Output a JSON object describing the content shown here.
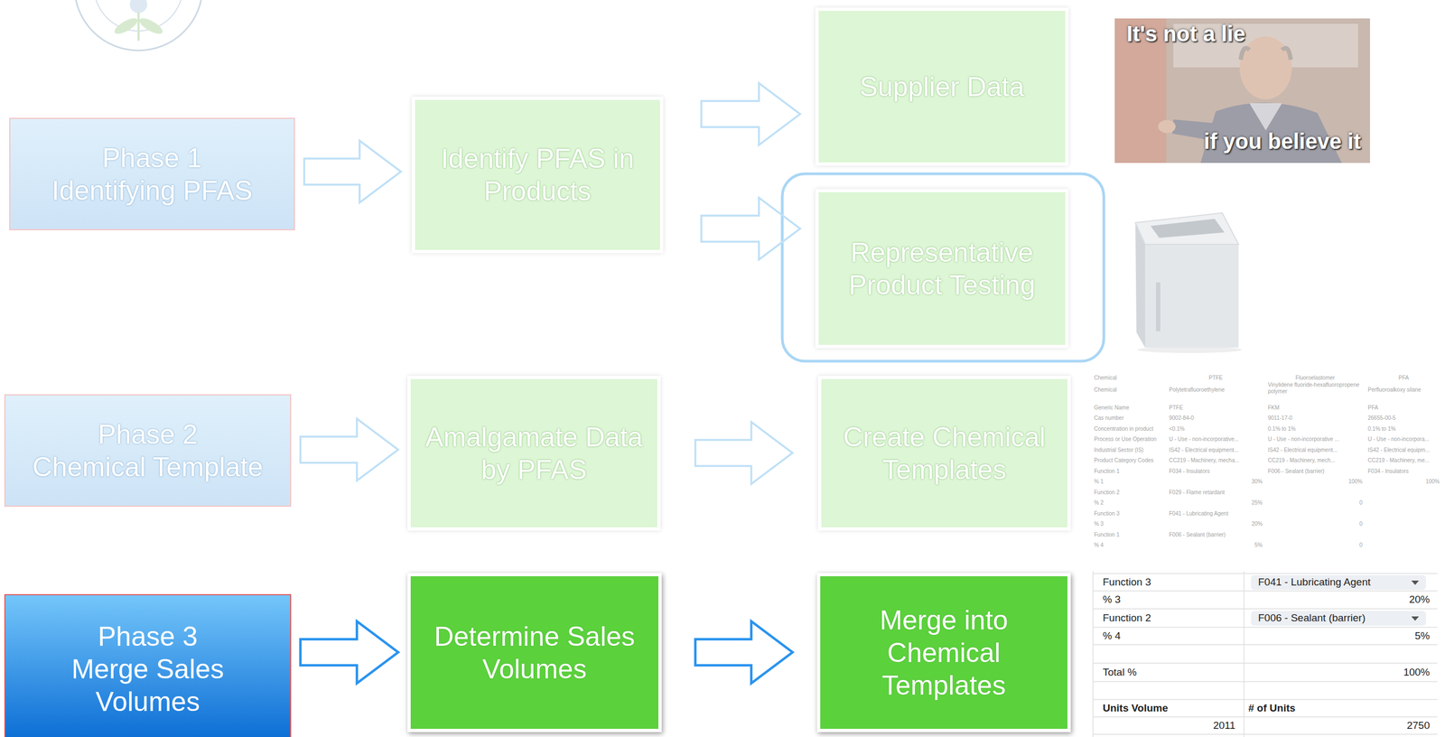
{
  "diagram": {
    "nodes": [
      {
        "text": [
          "Phase 1",
          "Identifying PFAS"
        ]
      },
      {
        "text": [
          "Identify PFAS in Products"
        ]
      },
      {
        "text": [
          "Supplier Data"
        ]
      },
      {
        "text": [
          "Representative Product Testing"
        ]
      },
      {
        "text": [
          "Phase 2",
          "Chemical Template"
        ]
      },
      {
        "text": [
          "Amalgamate Data by PFAS"
        ]
      },
      {
        "text": [
          "Create Chemical Templates"
        ]
      },
      {
        "text": [
          "Phase 3",
          "Merge Sales Volumes"
        ]
      },
      {
        "text": [
          "Determine Sales Volumes"
        ]
      },
      {
        "text": [
          "Merge into Chemical Templates"
        ]
      }
    ],
    "edges": [
      {
        "from": 0,
        "to": 1,
        "arrow": "to"
      },
      {
        "from": 1,
        "to": 2,
        "arrow": "to"
      },
      {
        "from": 1,
        "to": 3,
        "arrow": "to"
      },
      {
        "from": 4,
        "to": 5,
        "arrow": "to"
      },
      {
        "from": 5,
        "to": 6,
        "arrow": "to"
      },
      {
        "from": 7,
        "to": 8,
        "arrow": "to"
      },
      {
        "from": 8,
        "to": 9,
        "arrow": "to"
      }
    ],
    "labels": [
      "It's not a lie",
      "if you believe it",
      "Chemical",
      "PTFE",
      "Fluoroelastomer",
      "PFA",
      "Chemical",
      "Polytetrafluoroethylene",
      "Vinylidene fluoride-hexafluoropropene polymer",
      "Perfluoroalkoxy silane",
      "Generic Name",
      "PTFE",
      "FKM",
      "PFA",
      "Cas number",
      "9002-84-0",
      "9011-17-0",
      "26655-00-5",
      "Concentration in product",
      "<0.1%",
      "0.1% to 1%",
      "0.1% to 1%",
      "Process or Use Operation",
      "U - Use - non-incorporative...",
      "U - Use - non-incorporative ...",
      "U - Use - non-incorpora...",
      "Industrial Sector (IS)",
      "IS42 - Electrical equipment...",
      "IS42 - Electrical equipment...",
      "IS42 - Electrical equipm...",
      "Product Category Codes",
      "CC219 - Machinery, mecha...",
      "CC219 - Machinery, mech...",
      "CC219 - Machinery, me...",
      "Function 1",
      "F034 - Insulators",
      "F006 - Sealant (barrier)",
      "F034 - Insulators",
      "% 1",
      "30%",
      "100%",
      "100%",
      "Function 2",
      "F029 - Flame retardant",
      "% 2",
      "25%",
      "0",
      "Function 3",
      "F041 - Lubricating Agent",
      "% 3",
      "20%",
      "0",
      "Function 1",
      "F006 - Sealant (barrier)",
      "% 4",
      "5%",
      "0",
      "Function 3",
      "F041 - Lubricating Agent",
      "% 3",
      "20%",
      "Function 2",
      "F006 - Sealant (barrier)",
      "% 4",
      "5%",
      "Total %",
      "100%",
      "Units Volume",
      "# of Units",
      "2011",
      "2750"
    ]
  }
}
